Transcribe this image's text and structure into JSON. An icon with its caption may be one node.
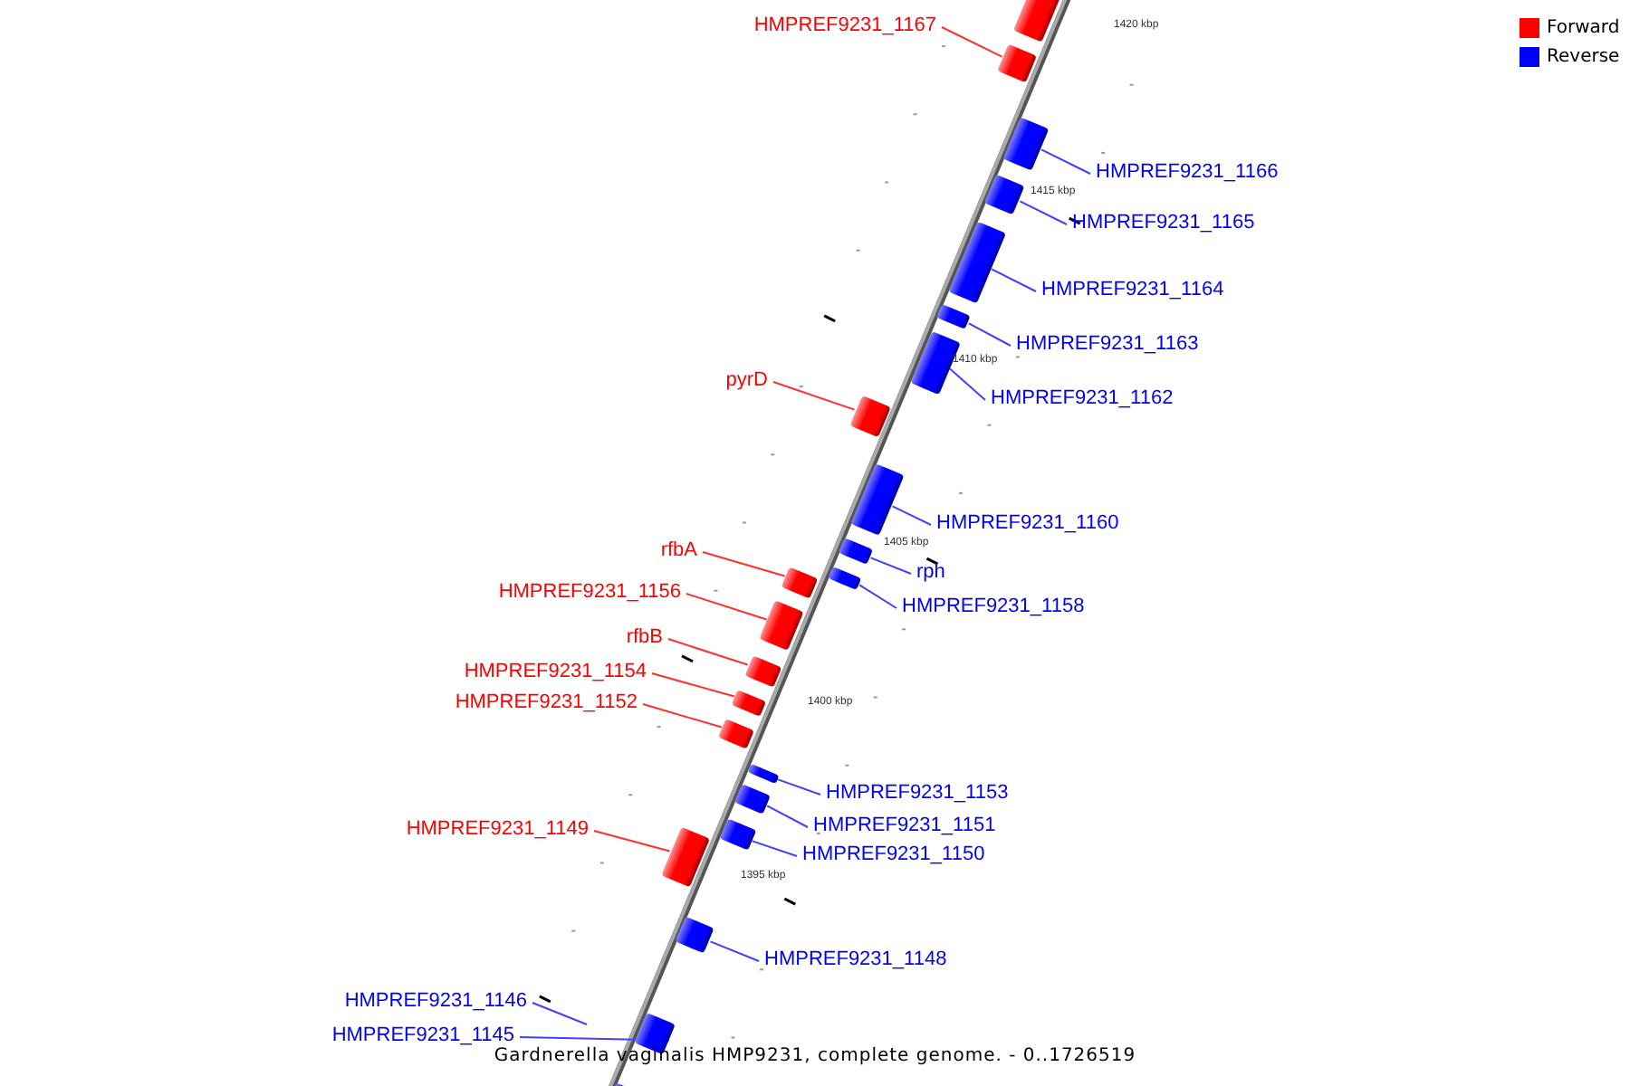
{
  "diagram": {
    "caption": "Gardnerella vaginalis HMP9231, complete genome. - 0..1726519",
    "nodes": [
      {
        "text": [],
        "shape": "bar"
      },
      {
        "text": [
          "HMPREF9231_1167"
        ]
      },
      {
        "text": [],
        "shape": "bar"
      },
      {
        "text": [
          "HMPREF9231_1166"
        ]
      },
      {
        "text": [],
        "shape": "bar"
      },
      {
        "text": [
          "HMPREF9231_1165"
        ]
      },
      {
        "text": [],
        "shape": "bar"
      },
      {
        "text": [
          "HMPREF9231_1164"
        ]
      },
      {
        "text": [],
        "shape": "bar"
      },
      {
        "text": [
          "HMPREF9231_1163"
        ]
      },
      {
        "text": [],
        "shape": "bar"
      },
      {
        "text": [
          "pyrD"
        ]
      },
      {
        "text": [],
        "shape": "bar"
      },
      {
        "text": [
          "HMPREF9231_1162"
        ]
      },
      {
        "text": [],
        "shape": "bar"
      },
      {
        "text": [
          "HMPREF9231_1160"
        ]
      },
      {
        "text": [],
        "shape": "bar"
      },
      {
        "text": [
          "rfbA"
        ]
      },
      {
        "text": [],
        "shape": "bar"
      },
      {
        "text": [
          "rph"
        ]
      },
      {
        "text": [],
        "shape": "bar"
      },
      {
        "text": [
          "HMPREF9231_1156"
        ]
      },
      {
        "text": [],
        "shape": "bar"
      },
      {
        "text": [
          "HMPREF9231_1158"
        ]
      },
      {
        "text": [],
        "shape": "bar"
      },
      {
        "text": [
          "rfbB"
        ]
      },
      {
        "text": [],
        "shape": "bar"
      },
      {
        "text": [
          "HMPREF9231_1154"
        ]
      },
      {
        "text": [],
        "shape": "bar"
      },
      {
        "text": [
          "HMPREF9231_1152"
        ]
      },
      {
        "text": [],
        "shape": "bar"
      },
      {
        "text": [
          "HMPREF9231_1153"
        ]
      },
      {
        "text": [],
        "shape": "bar"
      },
      {
        "text": [
          "HMPREF9231_1151"
        ]
      },
      {
        "text": [],
        "shape": "bar"
      },
      {
        "text": [
          "HMPREF9231_1149"
        ]
      },
      {
        "text": [],
        "shape": "bar"
      },
      {
        "text": [
          "HMPREF9231_1150"
        ]
      },
      {
        "text": [],
        "shape": "bar"
      },
      {
        "text": [
          "HMPREF9231_1148"
        ]
      },
      {
        "text": [],
        "shape": "bar"
      },
      {
        "text": [
          "HMPREF9231_1146"
        ]
      },
      {
        "text": [
          "HMPREF9231_1145"
        ]
      },
      {
        "text": [],
        "shape": "bar"
      },
      {
        "text": [],
        "shape": "bar"
      }
    ],
    "edges": [
      {
        "from": 1,
        "to": 2,
        "arrow": "none",
        "color": "#ff3030"
      },
      {
        "from": 3,
        "to": 4,
        "arrow": "none"
      },
      {
        "from": 5,
        "to": 6,
        "arrow": "none"
      },
      {
        "from": 7,
        "to": 8,
        "arrow": "none"
      },
      {
        "from": 9,
        "to": 10,
        "arrow": "none"
      },
      {
        "from": 11,
        "to": 12,
        "arrow": "none",
        "color": "#ff3030"
      },
      {
        "from": 13,
        "to": 14,
        "arrow": "none"
      },
      {
        "from": 15,
        "to": 16,
        "arrow": "none"
      },
      {
        "from": 17,
        "to": 18,
        "arrow": "none",
        "color": "#ff3030"
      },
      {
        "from": 19,
        "to": 20,
        "arrow": "none"
      },
      {
        "from": 21,
        "to": 22,
        "arrow": "none",
        "color": "#ff3030"
      },
      {
        "from": 23,
        "to": 24,
        "arrow": "none"
      },
      {
        "from": 25,
        "to": 26,
        "arrow": "none",
        "color": "#ff3030"
      },
      {
        "from": 27,
        "to": 28,
        "arrow": "none",
        "color": "#ff3030"
      },
      {
        "from": 29,
        "to": 30,
        "arrow": "none",
        "color": "#ff3030"
      },
      {
        "from": 31,
        "to": 32,
        "arrow": "none"
      },
      {
        "from": 33,
        "to": 34,
        "arrow": "none"
      },
      {
        "from": 35,
        "to": 36,
        "arrow": "none",
        "color": "#ff3030"
      },
      {
        "from": 37,
        "to": 38,
        "arrow": "none"
      },
      {
        "from": 39,
        "to": 40,
        "arrow": "none"
      },
      {
        "from": 41,
        "to": null,
        "arrow": "none"
      },
      {
        "from": 42,
        "to": 43,
        "arrow": "none"
      }
    ],
    "labels": [
      "1420 kbp",
      "1415 kbp",
      "1410 kbp",
      "1405 kbp",
      "1400 kbp",
      "1395 kbp"
    ],
    "legend": [
      {
        "text": "Forward",
        "color": "#ff0000"
      },
      {
        "text": "Reverse",
        "color": "#0000ff"
      }
    ]
  }
}
